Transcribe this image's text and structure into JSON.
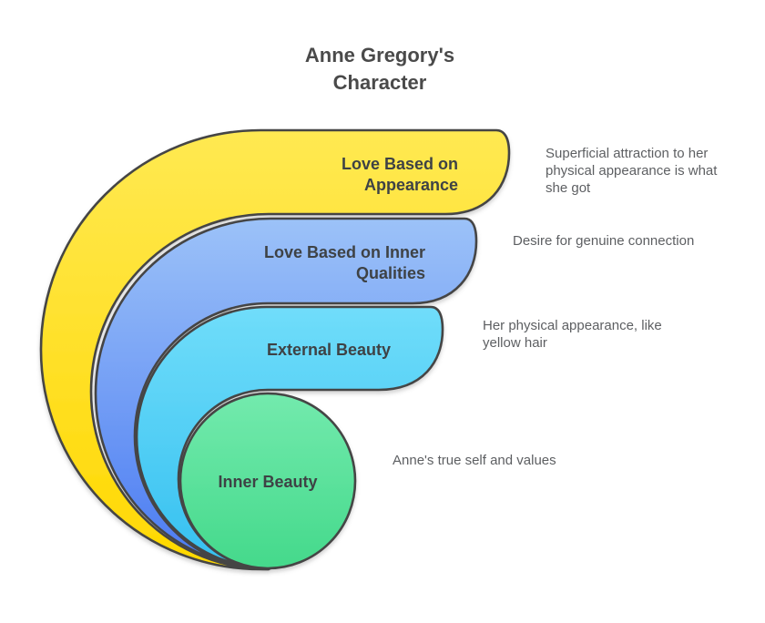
{
  "title": {
    "line1": "Anne Gregory's",
    "line2": "Character"
  },
  "diagram": {
    "type": "nested-swirl-funnel",
    "outline_color": "#454545",
    "background_color": "#ffffff"
  },
  "text_colors": {
    "title": "#4a4a4a",
    "band_label": "#3e4245",
    "description": "#5d5f62"
  },
  "bands": [
    {
      "id": "love-based-on-appearance",
      "label_line1": "Love Based on",
      "label_line2": "Appearance",
      "description": "Superficial attraction to her physical appearance is what she got",
      "color_top": "#ffe952",
      "color_bottom": "#ffd800"
    },
    {
      "id": "love-based-on-inner-qualities",
      "label_line1": "Love Based on Inner",
      "label_line2": "Qualities",
      "description": "Desire for genuine connection",
      "color_top": "#9cc2f8",
      "color_bottom": "#4a7af2"
    },
    {
      "id": "external-beauty",
      "label_line1": "External Beauty",
      "label_line2": "",
      "description": "Her physical appearance, like yellow hair",
      "color_top": "#70ddfa",
      "color_bottom": "#35c0f0"
    },
    {
      "id": "inner-beauty",
      "label_line1": "Inner Beauty",
      "label_line2": "",
      "description": "Anne's true self and values",
      "color_top": "#73eaad",
      "color_bottom": "#44d98b"
    }
  ]
}
